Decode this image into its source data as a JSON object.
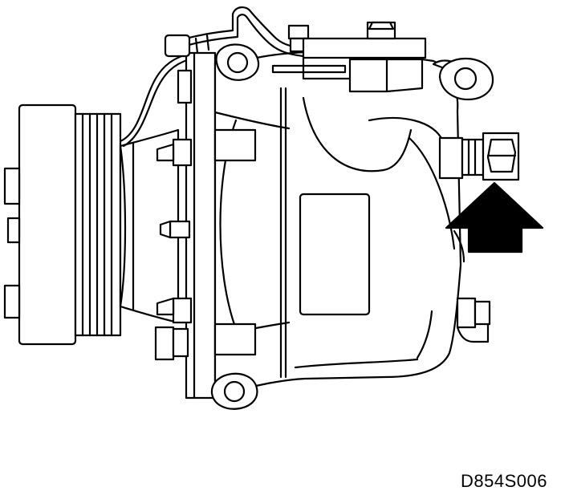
{
  "figure": {
    "code": "D854S006",
    "subject": "air-conditioning-compressor",
    "indicator": "arrow-pointing-up-to-fitting"
  },
  "colors": {
    "line": "#000000",
    "background": "#ffffff",
    "arrow_fill": "#000000"
  }
}
